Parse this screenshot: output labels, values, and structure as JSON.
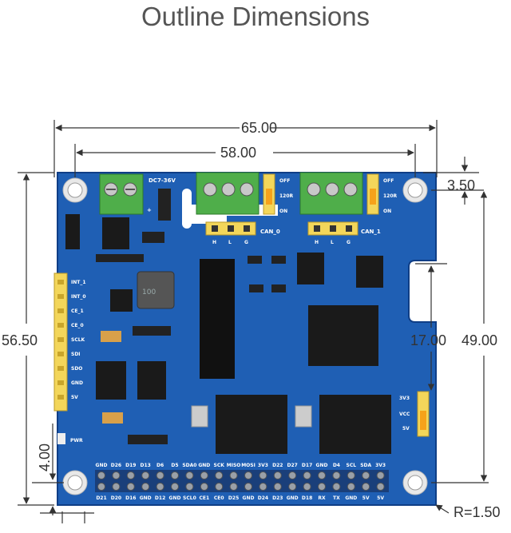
{
  "title": "Outline Dimensions",
  "dimensions": {
    "total_width": "65.00",
    "hole_spacing_h": "58.00",
    "hole_offset_top": "3.50",
    "total_height": "56.50",
    "hole_spacing_v": "49.00",
    "mid_height": "17.00",
    "bottom_offset": "4.00",
    "corner_radius": "R=1.50"
  },
  "board_labels": {
    "power_input": "DC7-36V",
    "can0": "CAN_0",
    "can1": "CAN_1",
    "hlg": [
      "H",
      "L",
      "G"
    ],
    "jumper_states": [
      "OFF",
      "120R",
      "ON"
    ],
    "left_pins": [
      "INT_1",
      "INT_0",
      "CE_1",
      "CE_0",
      "SCLK",
      "SDI",
      "SDO",
      "GND",
      "5V"
    ],
    "voltage_select": [
      "3V3",
      "VCC",
      "5V"
    ],
    "pwr": "PWR",
    "inductor": "100",
    "header_top": [
      "GND",
      "D26",
      "D19",
      "D13",
      "D6",
      "D5",
      "SDA0",
      "GND",
      "SCK",
      "MISO",
      "MOSI",
      "3V3",
      "D22",
      "D27",
      "D17",
      "GND",
      "D4",
      "SCL",
      "SDA",
      "3V3"
    ],
    "header_bottom": [
      "D21",
      "D20",
      "D16",
      "GND",
      "D12",
      "GND",
      "SCL0",
      "CE1",
      "CE0",
      "D25",
      "GND",
      "D24",
      "D23",
      "GND",
      "D18",
      "RX",
      "TX",
      "GND",
      "5V",
      "5V"
    ],
    "plus_sign": "+"
  },
  "colors": {
    "pcb_blue": "#1f5fb4",
    "terminal_green": "#4fae4a",
    "header_yellow": "#f3d65a",
    "jumper_orange": "#f6a21a"
  }
}
